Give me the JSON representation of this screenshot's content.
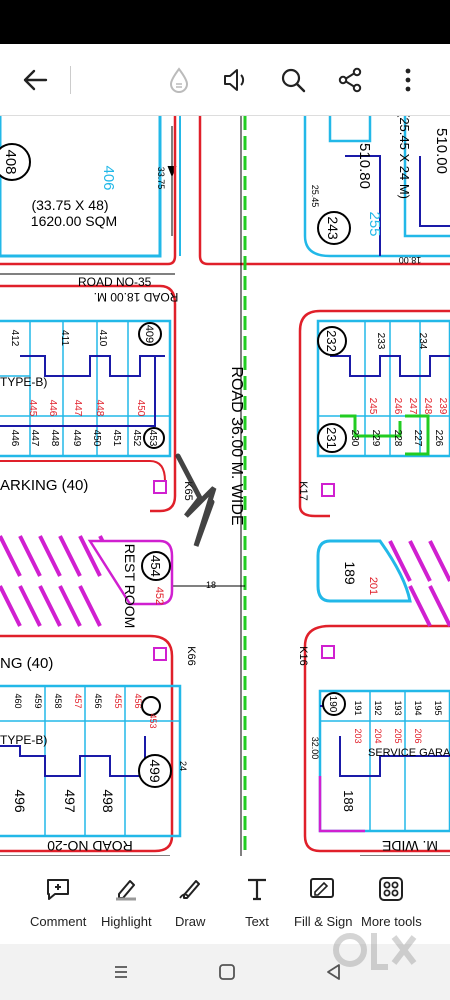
{
  "toolbar_top": {
    "back": "arrow-back-icon",
    "read_aloud_hint": "ink-drop-icon",
    "speaker": "speaker-icon",
    "search": "search-icon",
    "share": "share-icon",
    "more": "more-vert-icon"
  },
  "map": {
    "plots": {
      "p408": "408",
      "p406": "406",
      "p243": "243",
      "p255": "255",
      "p409": "409",
      "p453": "453",
      "p454": "454",
      "p452": "452",
      "p499": "499",
      "p232": "232",
      "p231": "231",
      "p189": "189",
      "p201": "201",
      "p190": "190",
      "p188": "188",
      "p496": "496",
      "p497": "497",
      "p498": "498",
      "p510": "510.00",
      "p510_80": "510.80"
    },
    "labels": {
      "dim_top_left": "(33.75 X 48)",
      "area_top_left": "1620.00 SQM",
      "dim_top_right": "(25.45 X 24 M)",
      "road35": "ROAD NO-35",
      "road18": "ROAD 18.00 M.",
      "road36": "ROAD 36.00 M. WIDE",
      "parking40a": "ARKING (40)",
      "parking40b": "NG (40)",
      "rest_room": "REST ROOM",
      "type_b1": "TYPE-B)",
      "type_b2": "TYPE-B)",
      "service": "SERVICE GARA",
      "road20": "ROAD NO-20",
      "m_wide": "M. WIDE",
      "k65": "K65",
      "k66": "K66",
      "k17": "K17",
      "k16": "K16",
      "d3375": "33.75",
      "d2545": "25.45",
      "d1800": "18.00",
      "d3200": "32.00",
      "d24": "24",
      "d18": "18"
    },
    "row_left_top": [
      "412",
      "411",
      "410"
    ],
    "row_left_mid_red": [
      "445",
      "446",
      "447",
      "448",
      "450"
    ],
    "row_left_bottom": [
      "446",
      "447",
      "448",
      "449",
      "450",
      "451",
      "452"
    ],
    "row_right_top": [
      "233",
      "234"
    ],
    "row_right_bottom": [
      "230",
      "229",
      "228",
      "227",
      "226"
    ],
    "row_right_red": [
      "245",
      "246",
      "247",
      "248",
      "239"
    ],
    "row_br_nums": [
      "191",
      "192",
      "193",
      "194",
      "195"
    ],
    "row_br_red": [
      "203",
      "204",
      "205",
      "206"
    ],
    "row_bl_red": [
      "456",
      "457",
      "455",
      "453"
    ],
    "row_bl_nums": [
      "460",
      "459",
      "458",
      "457",
      "456",
      "455"
    ]
  },
  "tools": [
    {
      "label": "Comment",
      "icon": "comment-icon"
    },
    {
      "label": "Highlight",
      "icon": "highlight-icon"
    },
    {
      "label": "Draw",
      "icon": "draw-icon"
    },
    {
      "label": "Text",
      "icon": "text-icon"
    },
    {
      "label": "Fill & Sign",
      "icon": "fill-sign-icon"
    },
    {
      "label": "More tools",
      "icon": "more-tools-icon"
    }
  ],
  "watermark": "olx",
  "colors": {
    "cyan": "#22b8e8",
    "red": "#e0202a",
    "blue": "#1a1aa8",
    "magenta": "#d020d0",
    "green": "#22cc22",
    "black": "#000000"
  }
}
